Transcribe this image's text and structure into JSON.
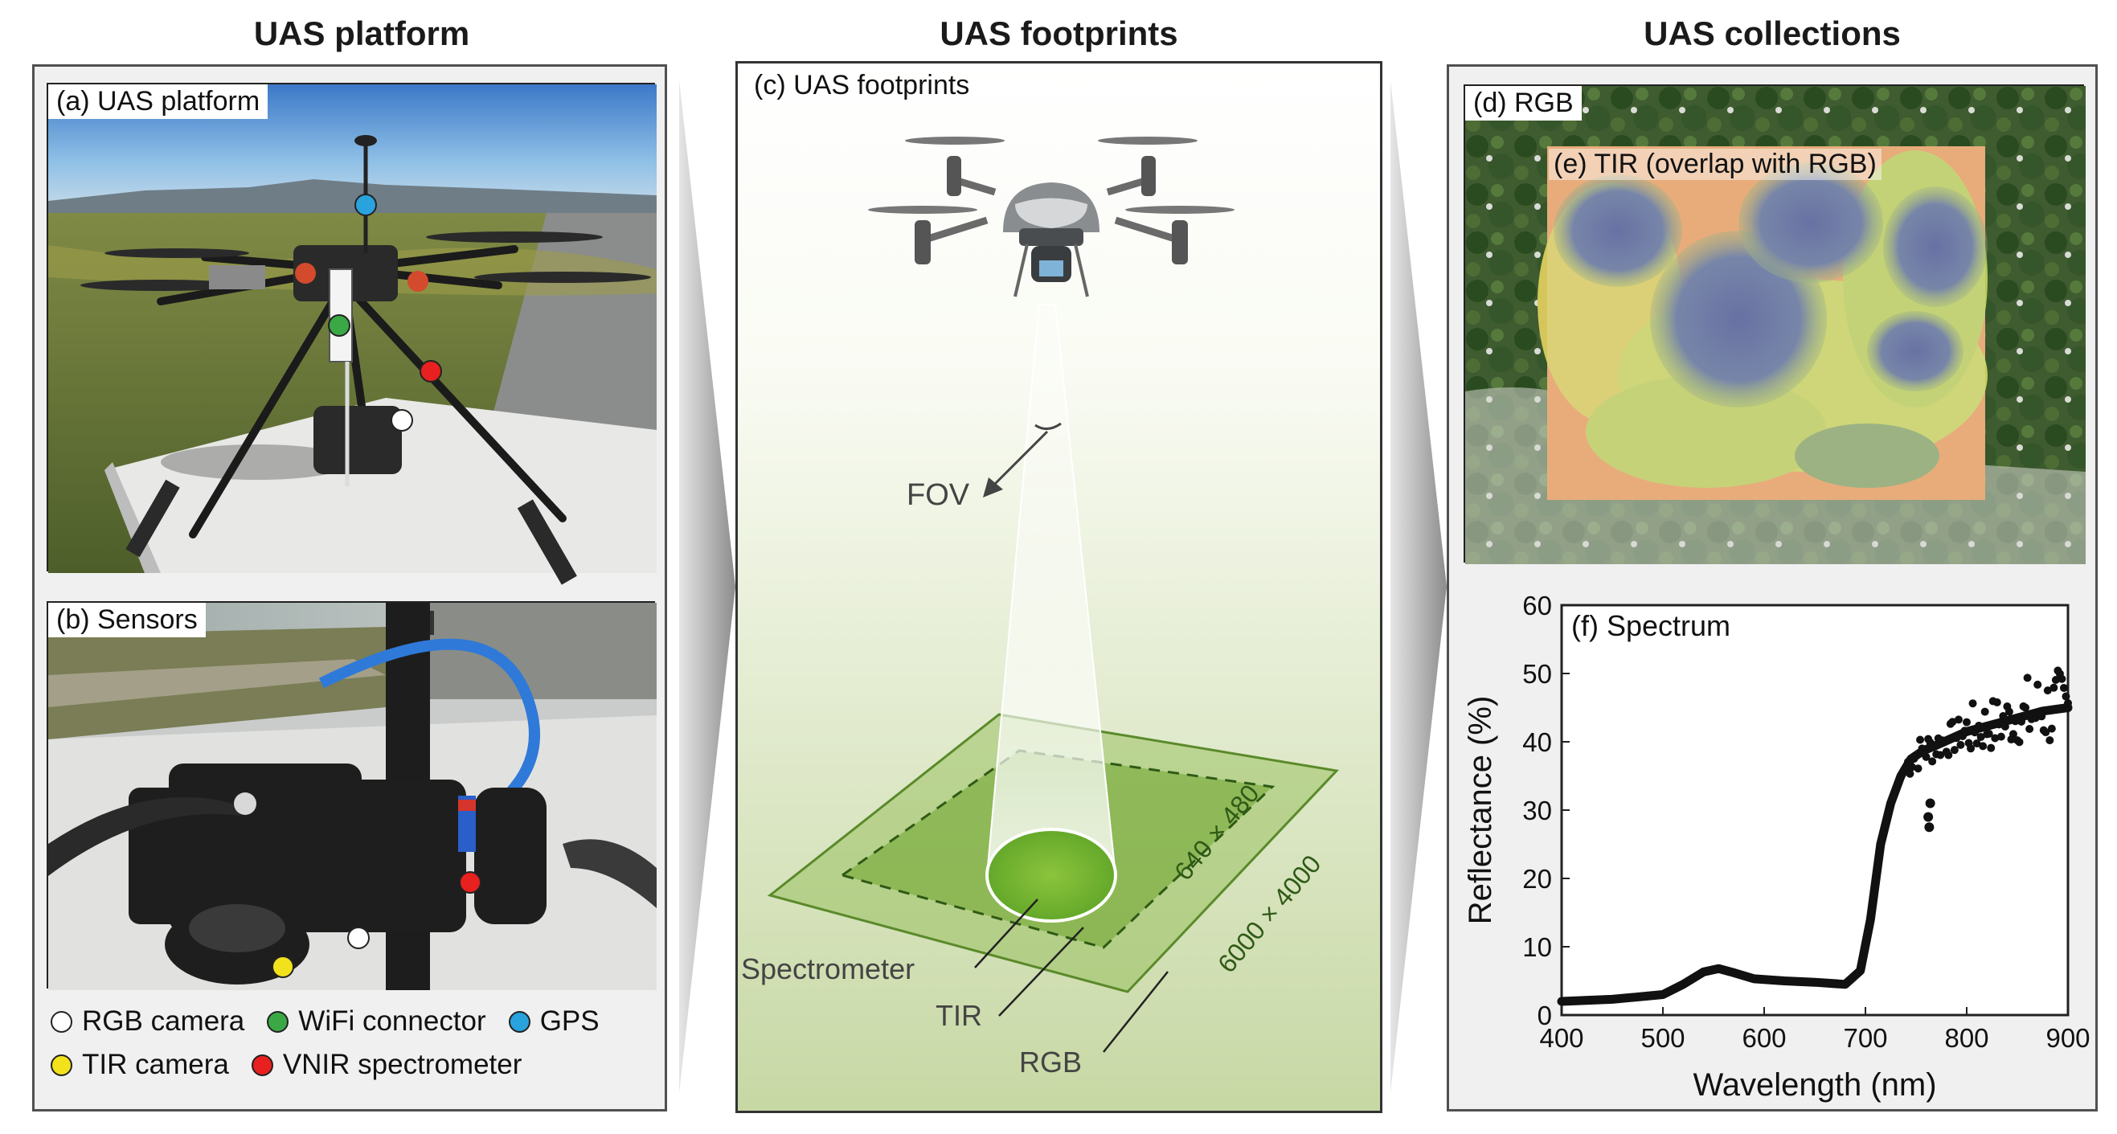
{
  "titles": {
    "left": "UAS platform",
    "middle": "UAS footprints",
    "right": "UAS collections"
  },
  "panels": {
    "a": "(a) UAS platform",
    "b": "(b) Sensors",
    "c": "(c) UAS footprints",
    "d": "(d) RGB",
    "e": "(e) TIR (overlap with RGB)",
    "f": "(f) Spectrum"
  },
  "legend": {
    "rgb_camera": "RGB camera",
    "wifi_connector": "WiFi connector",
    "gps": "GPS",
    "tir_camera": "TIR camera",
    "vnir_spectrometer": "VNIR spectrometer"
  },
  "footprints": {
    "fov": "FOV",
    "spectrometer": "Spectrometer",
    "tir": "TIR",
    "rgb": "RGB",
    "tir_dims": "640 × 480",
    "rgb_dims": "6000 × 4000"
  },
  "colors": {
    "rgb_camera": "#ffffff",
    "wifi_connector": "#3aa845",
    "gps": "#29a3dd",
    "tir_camera": "#f2e21b",
    "vnir_spectrometer": "#e8201f",
    "footprint_green": "#7dae38"
  },
  "chart_data": {
    "type": "line",
    "title": "(f) Spectrum",
    "xlabel": "Wavelength (nm)",
    "ylabel": "Reflectance (%)",
    "xlim": [
      400,
      900
    ],
    "ylim": [
      0,
      60
    ],
    "xticks": [
      400,
      500,
      600,
      700,
      800,
      900
    ],
    "yticks": [
      0,
      10,
      20,
      30,
      40,
      50,
      60
    ],
    "grid": false,
    "series": [
      {
        "x": [
          400,
          450,
          500,
          520,
          540,
          555,
          570,
          590,
          620,
          650,
          680,
          695,
          705,
          715,
          725,
          735,
          745,
          755,
          762,
          770,
          785,
          800,
          825,
          850,
          875,
          900
        ],
        "y": [
          2,
          2.3,
          3,
          4.5,
          6.3,
          6.8,
          6.2,
          5.3,
          5.0,
          4.8,
          4.5,
          6.5,
          14,
          25,
          31,
          35,
          37.5,
          38.5,
          39,
          39.5,
          40.5,
          41.5,
          42.5,
          43.5,
          44.5,
          45
        ]
      }
    ]
  }
}
